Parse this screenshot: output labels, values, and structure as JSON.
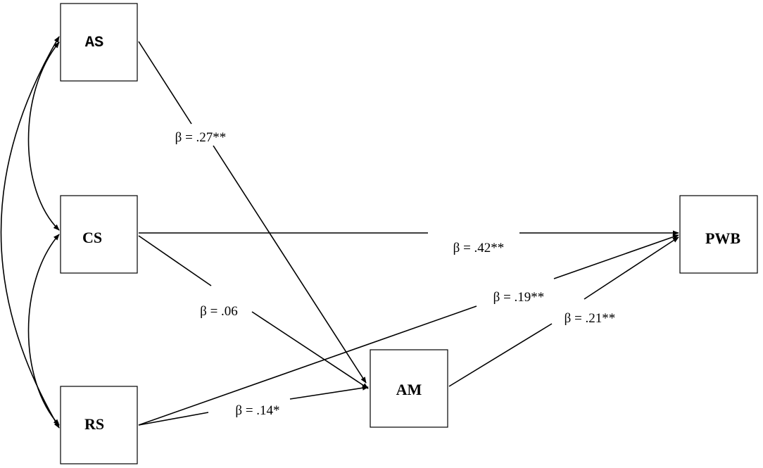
{
  "nodes": {
    "as": "AS",
    "cs": "CS",
    "rs": "RS",
    "am": "AM",
    "pwb": "PWB"
  },
  "paths": {
    "as_am": "β = .27**",
    "cs_pwb": "β = .42**",
    "cs_am": "β = .06",
    "rs_pwb": "β = .19**",
    "am_pwb": "β = .21**",
    "rs_am": "β = .14*"
  }
}
